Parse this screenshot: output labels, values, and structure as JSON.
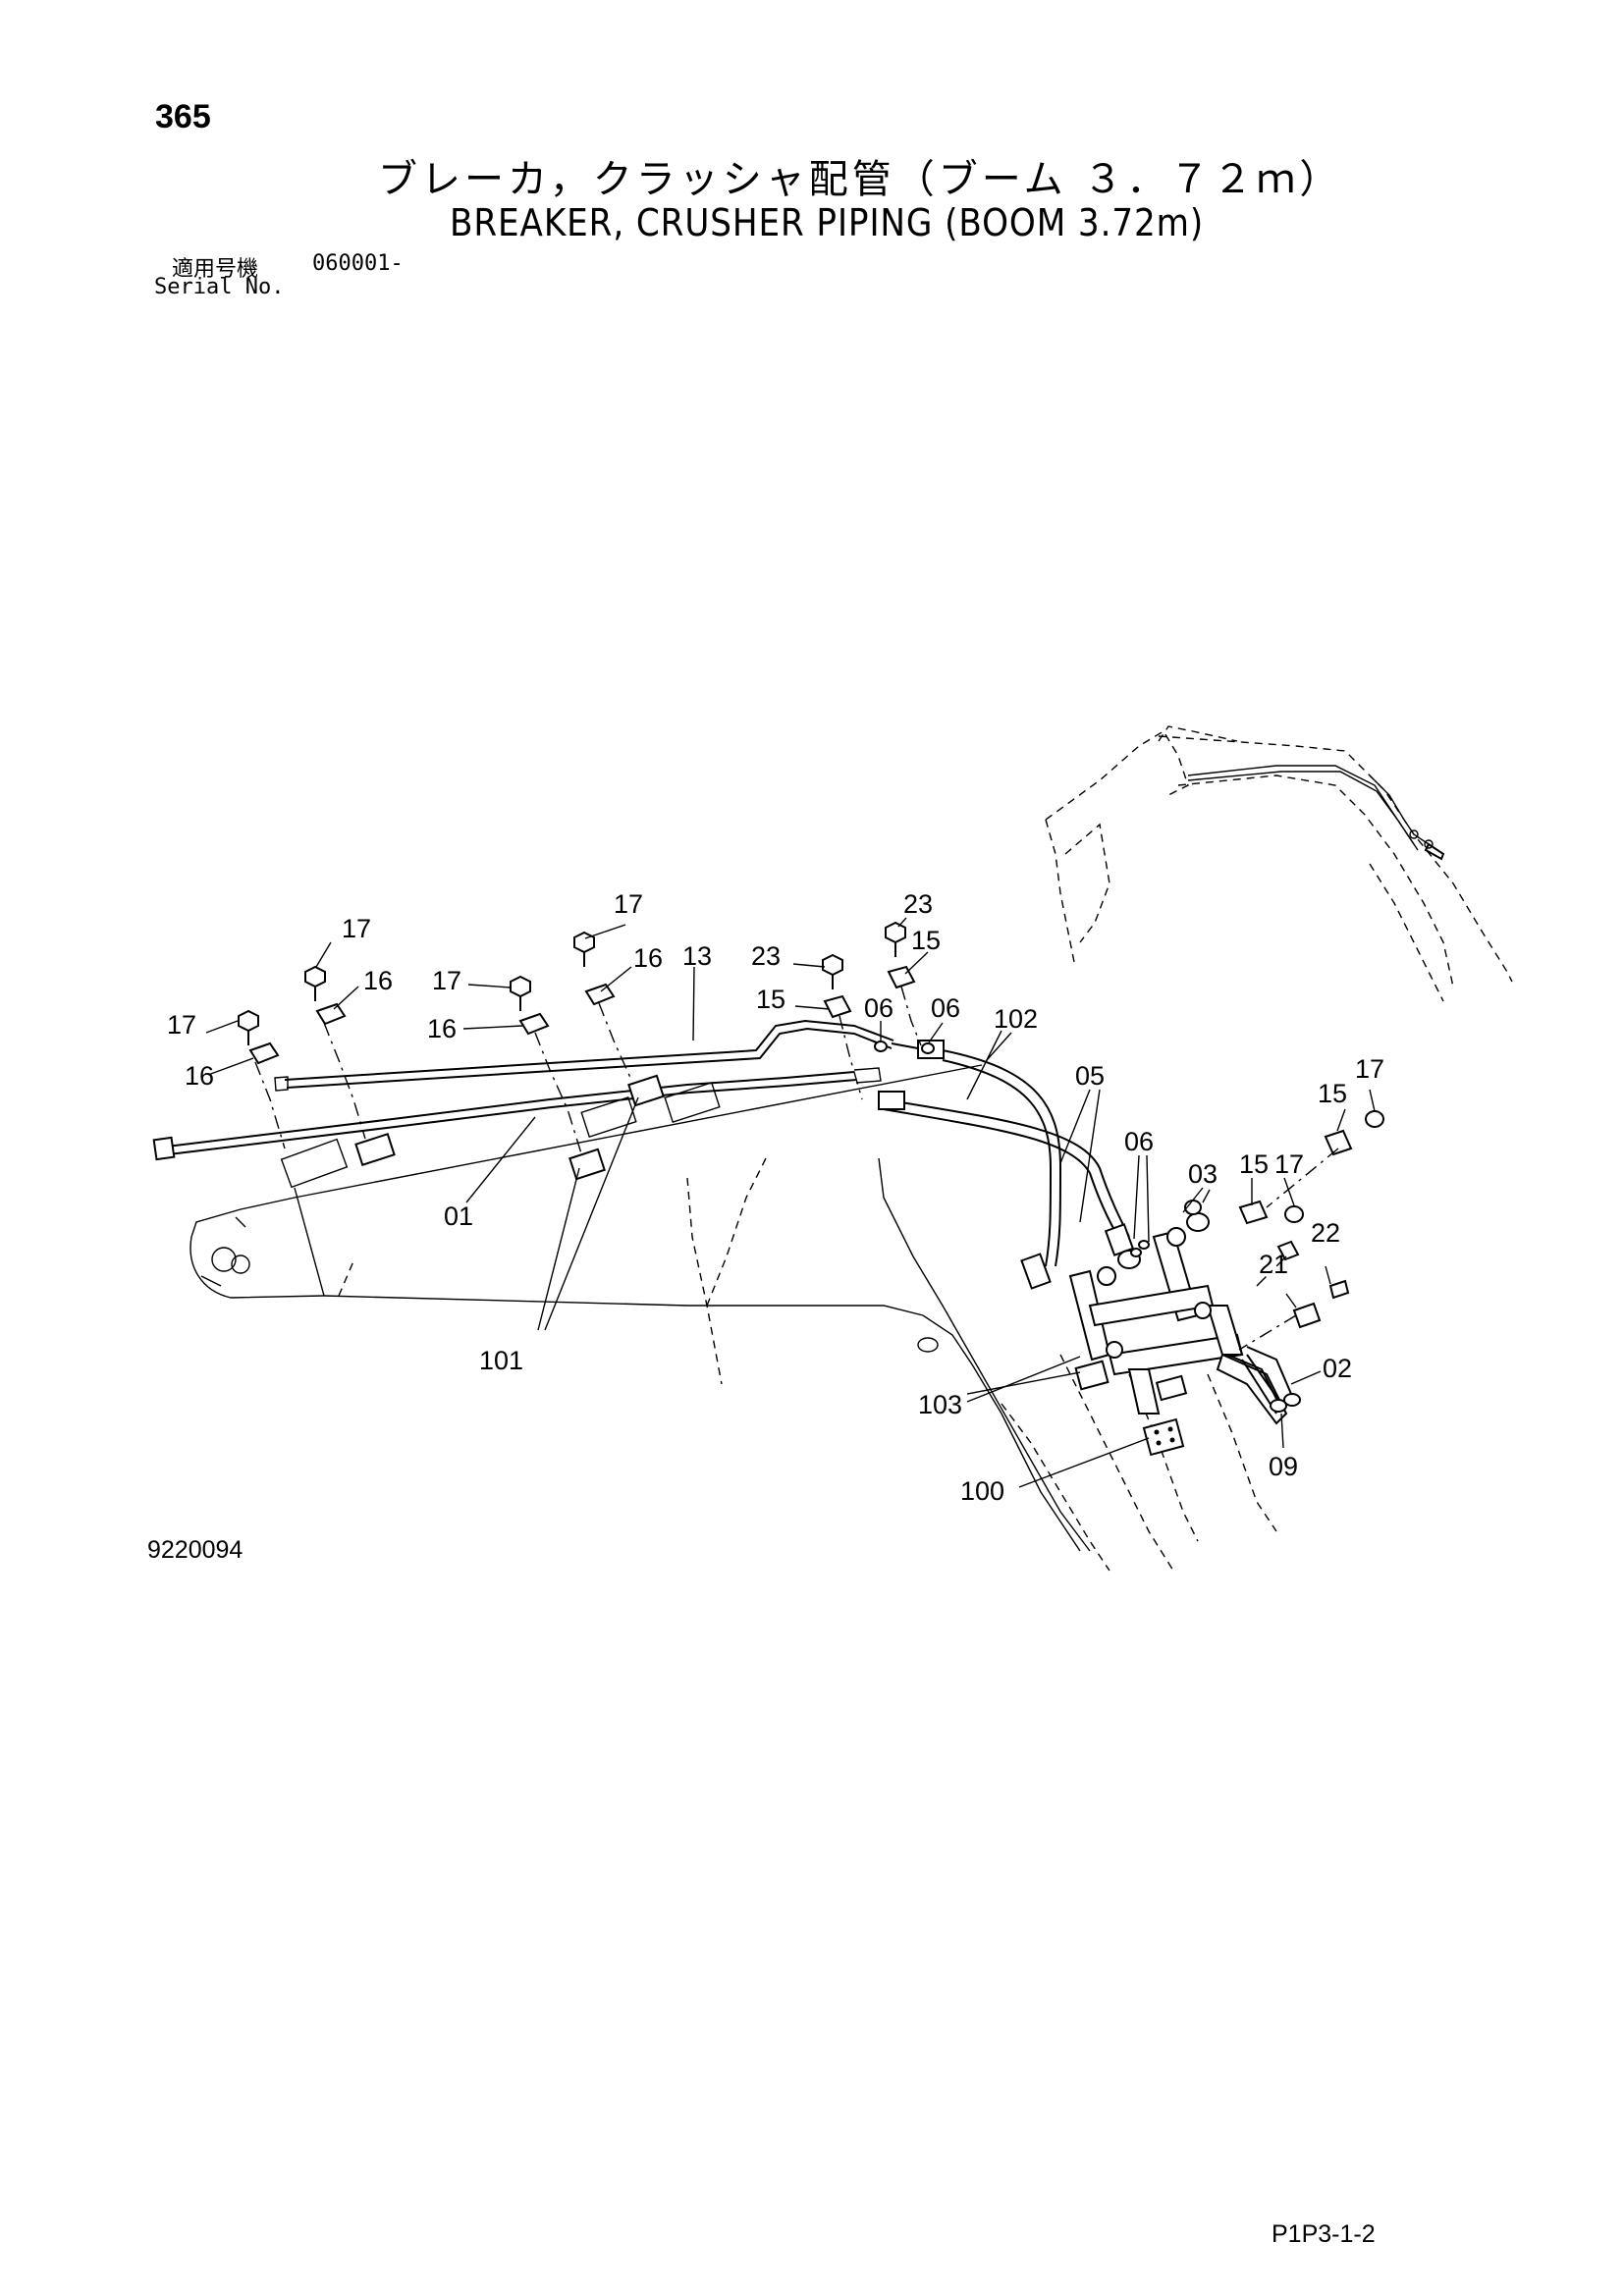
{
  "header": {
    "page_number": "365",
    "title_jp": "ブレーカ，クラッシャ配管（ブーム ３．７２ｍ）",
    "title_en": "BREAKER, CRUSHER PIPING (BOOM 3.72m)",
    "serial_label_jp": "適用号機",
    "serial_value": "060001-",
    "serial_label_en": "Serial No."
  },
  "diagram": {
    "callouts": {
      "c17a": "17",
      "c16a": "16",
      "c17b": "17",
      "c16b": "16",
      "c17c": "17",
      "c16c": "16",
      "c17d": "17",
      "c16d": "16",
      "c13": "13",
      "c23a": "23",
      "c15a": "15",
      "c23b": "23",
      "c15b": "15",
      "c06a": "06",
      "c06b": "06",
      "c102": "102",
      "c05": "05",
      "c06c": "06",
      "c03": "03",
      "c15c": "15",
      "c17e": "17",
      "c15d": "15",
      "c17f": "17",
      "c22": "22",
      "c21": "21",
      "c02": "02",
      "c09": "09",
      "c01": "01",
      "c101": "101",
      "c103": "103",
      "c100": "100"
    }
  },
  "footer": {
    "drawing_number": "9220094",
    "page_code": "P1P3-1-2"
  }
}
